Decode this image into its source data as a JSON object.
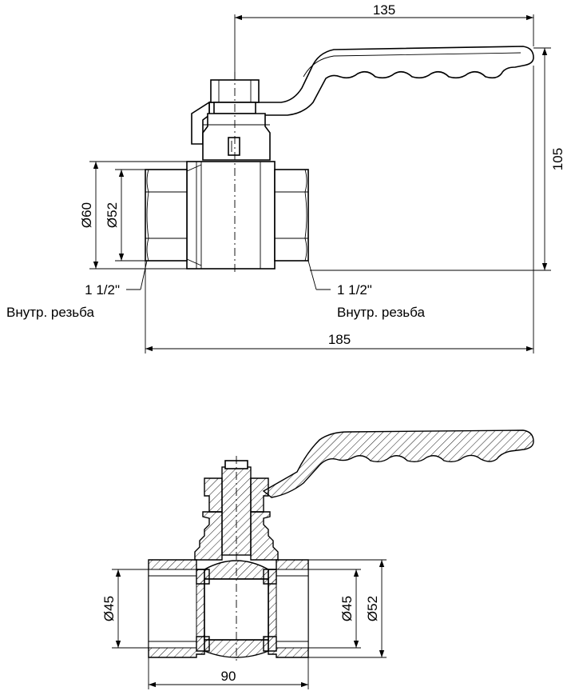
{
  "top_view": {
    "dim_overall_height": "135",
    "dim_lever_height": "105",
    "dim_outer_diameter": "Ø60",
    "dim_inner_diameter": "Ø52",
    "dim_length": "185",
    "thread_left_size": "1 1/2\"",
    "thread_left_type": "Внутр. резьба",
    "thread_right_size": "1 1/2\"",
    "thread_right_type": "Внутр. резьба"
  },
  "section_view": {
    "dim_bore_left": "Ø45",
    "dim_bore_right": "Ø45",
    "dim_outer_right": "Ø52",
    "dim_body_length": "90"
  }
}
